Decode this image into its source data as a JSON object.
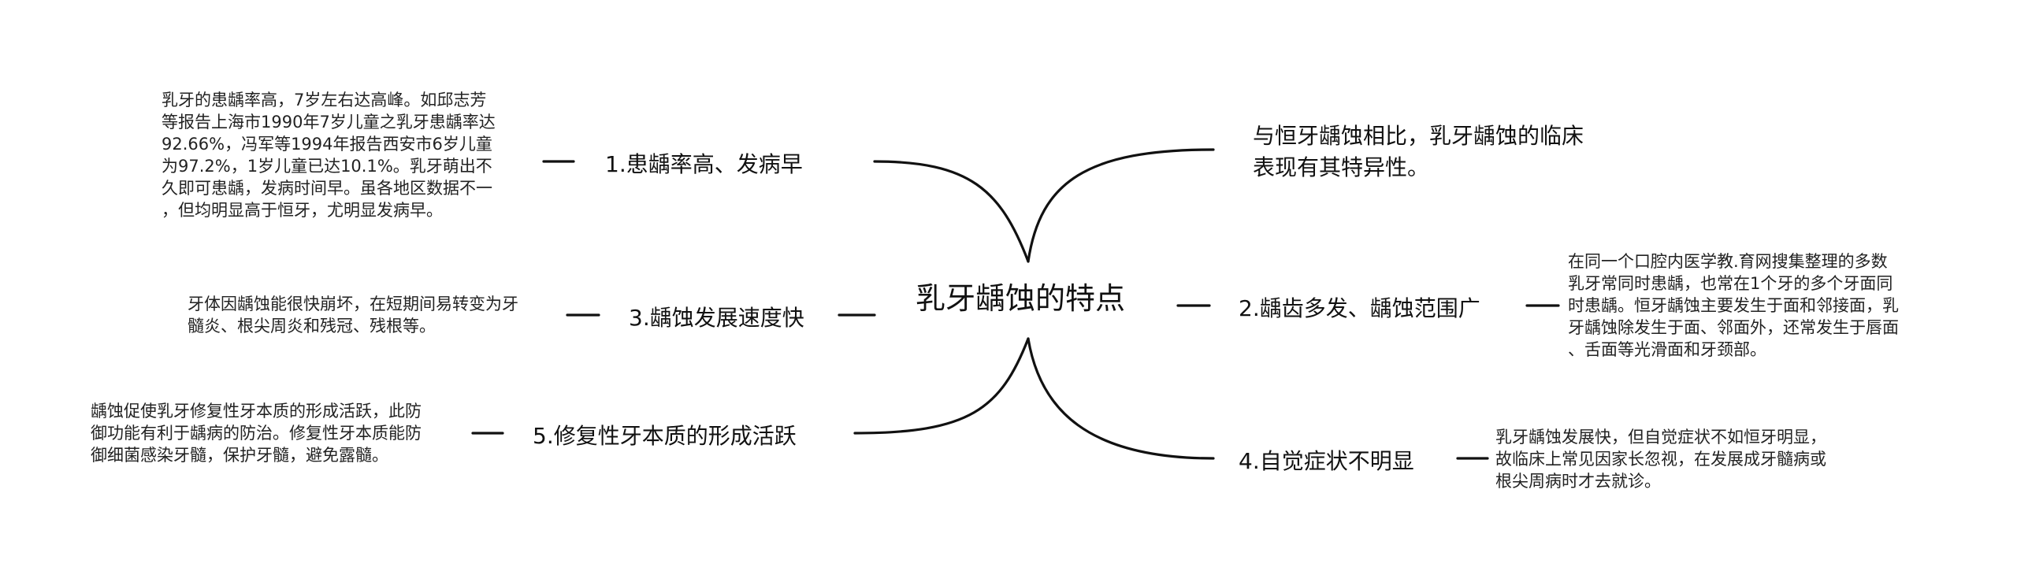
{
  "center": {
    "label": "乳牙龋蚀的特点"
  },
  "branches": [
    {
      "label": "1.患龋率高、发病早",
      "detail": [
        "乳牙的患龋率高，7岁左右达高峰。如邱志芳",
        "等报告上海市1990年7岁儿童之乳牙患龋率达",
        "92.66%，冯军等1994年报告西安市6岁儿童",
        "为97.2%，1岁儿童已达10.1%。乳牙萌出不",
        "久即可患龋，发病时间早。虽各地区数据不一",
        "，但均明显高于恒牙，尤明显发病早。"
      ]
    },
    {
      "label": "3.龋蚀发展速度快",
      "detail": [
        "牙体因龋蚀能很快崩坏，在短期间易转变为牙",
        "髓炎、根尖周炎和残冠、残根等。"
      ]
    },
    {
      "label": "5.修复性牙本质的形成活跃",
      "detail": [
        "龋蚀促使乳牙修复性牙本质的形成活跃，此防",
        "御功能有利于龋病的防治。修复性牙本质能防",
        "御细菌感染牙髓，保护牙髓，避免露髓。"
      ]
    },
    {
      "label": "与恒牙龋蚀相比，乳牙龋蚀的临床表现有其特异性。",
      "lines": [
        "与恒牙龋蚀相比，乳牙龋蚀的临床",
        "表现有其特异性。"
      ]
    },
    {
      "label": "2.龋齿多发、龋蚀范围广",
      "detail": [
        "在同一个口腔内医学教.育网搜集整理的多数",
        "乳牙常同时患龋，也常在1个牙的多个牙面同",
        "时患龋。恒牙龋蚀主要发生于面和邻接面，乳",
        "牙龋蚀除发生于面、邻面外，还常发生于唇面",
        "、舌面等光滑面和牙颈部。"
      ]
    },
    {
      "label": "4.自觉症状不明显",
      "detail": [
        "乳牙龋蚀发展快，但自觉症状不如恒牙明显，",
        "故临床上常见因家长忽视，在发展成牙髓病或",
        "根尖周病时才去就诊。"
      ]
    }
  ]
}
